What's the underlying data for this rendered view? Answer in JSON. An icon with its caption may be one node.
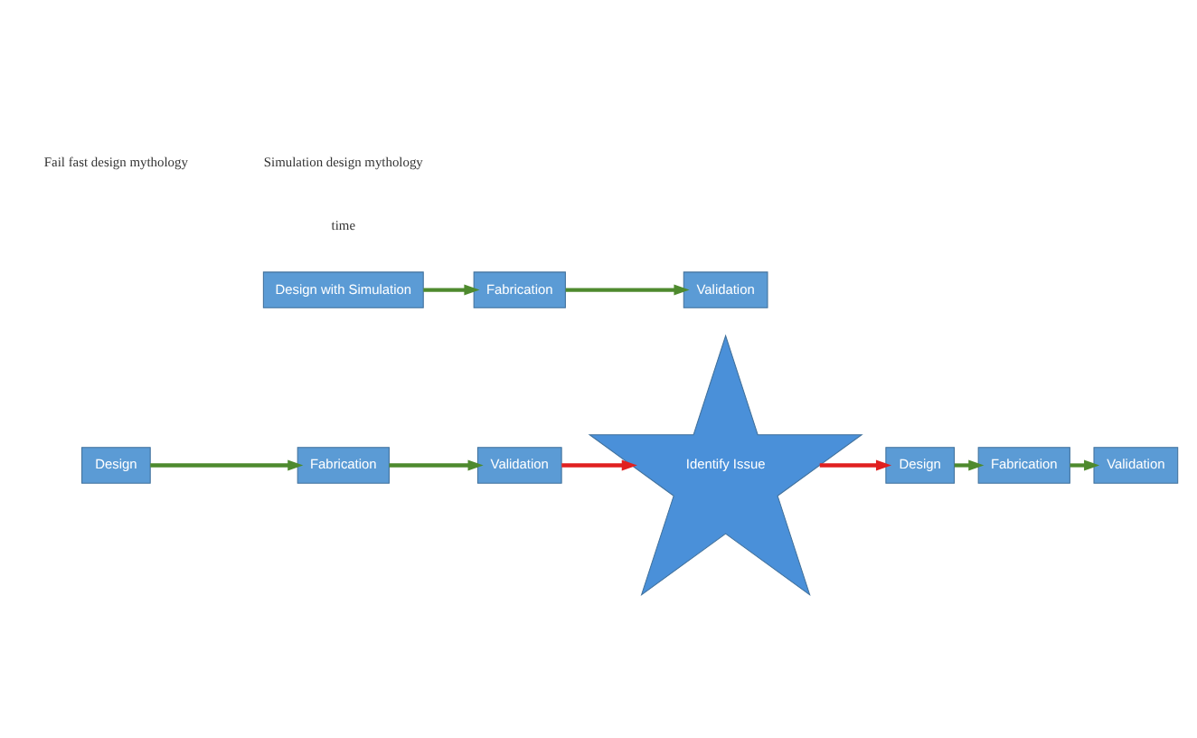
{
  "diagram": {
    "nodes": [
      {
        "text": [
          "Design"
        ]
      },
      {
        "text": [
          "Fabrication"
        ]
      },
      {
        "text": [
          "Validation"
        ]
      },
      {
        "text": [
          "Identify Issue"
        ]
      },
      {
        "text": [
          "Design"
        ]
      },
      {
        "text": [
          "Fabrication"
        ]
      },
      {
        "text": [
          "Validation"
        ]
      },
      {
        "text": [
          "Design with Simulation"
        ]
      },
      {
        "text": [
          "Fabrication"
        ]
      },
      {
        "text": [
          "Validation"
        ]
      }
    ],
    "edges": [
      {
        "from": 0,
        "to": 1,
        "arrow": "to"
      },
      {
        "from": 1,
        "to": 2,
        "arrow": "to"
      },
      {
        "from": 2,
        "to": 3,
        "arrow": "to",
        "color": "#e02020"
      },
      {
        "from": 3,
        "to": 4,
        "arrow": "to",
        "color": "#e02020"
      },
      {
        "from": 4,
        "to": 5,
        "arrow": "to"
      },
      {
        "from": 5,
        "to": 6,
        "arrow": "to"
      },
      {
        "from": 7,
        "to": 8,
        "arrow": "to"
      },
      {
        "from": 8,
        "to": 9,
        "arrow": "to"
      }
    ],
    "labels": [
      "Fail fast design mythology",
      "Simulation design mythology",
      "time"
    ]
  }
}
